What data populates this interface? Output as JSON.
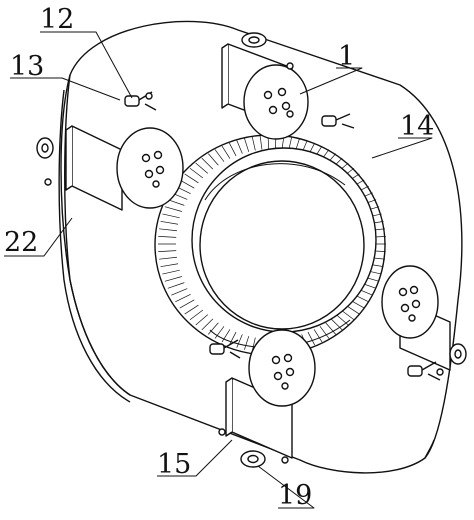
{
  "labels": {
    "part_12": "12",
    "part_13": "13",
    "part_1": "1",
    "part_14": "14",
    "part_22": "22",
    "part_15": "15",
    "part_19": "19"
  },
  "colors": {
    "line": "#111111",
    "background": "#ffffff",
    "fill": "#ffffff"
  }
}
